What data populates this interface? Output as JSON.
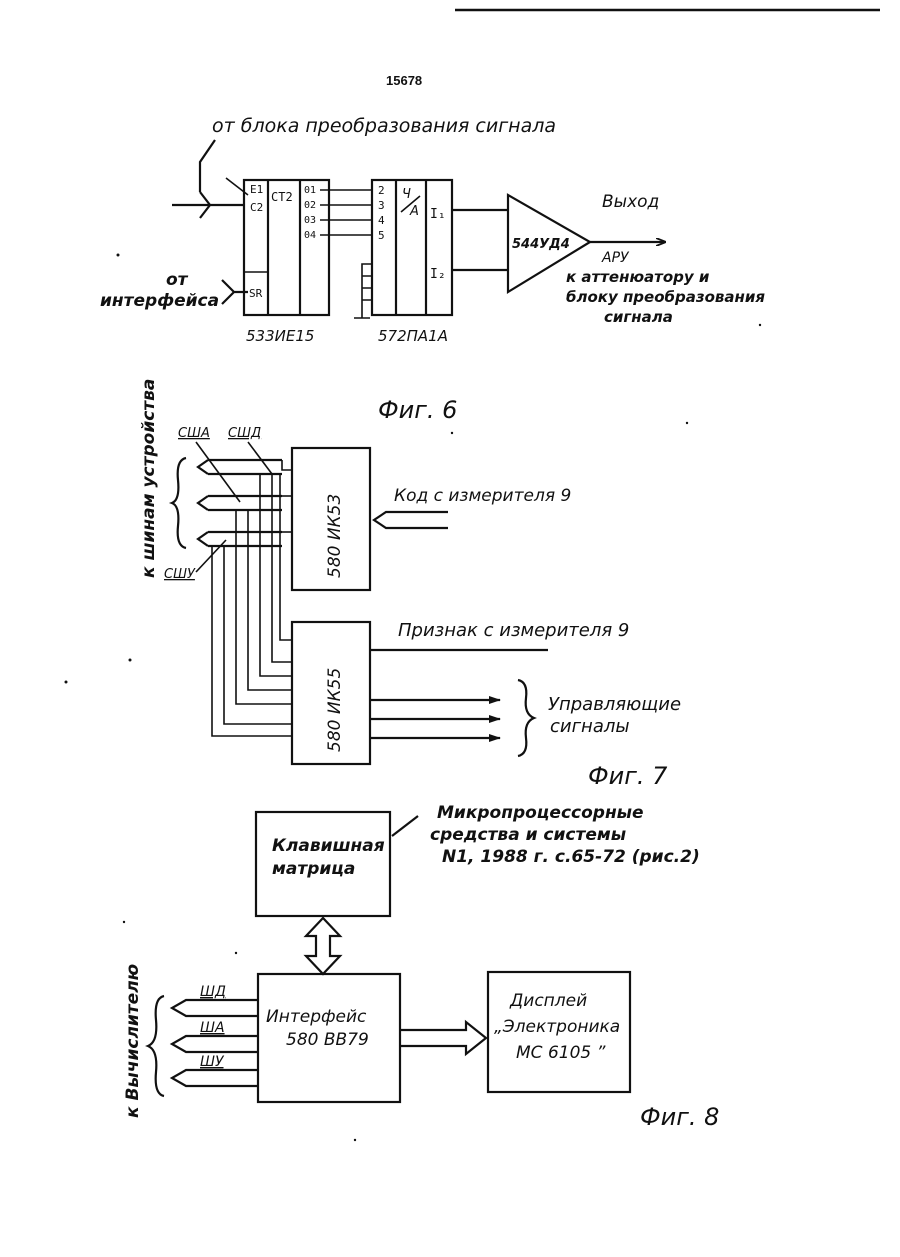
{
  "page_number": "15678",
  "fig6": {
    "caption": "Фиг. 6",
    "top_label": "от блока преобразования сигнала",
    "iface_label_1": "от",
    "iface_label_2": "интерфейса",
    "counter": {
      "in_e1": "E1",
      "in_c2": "C2",
      "in_sr": "SR",
      "title": "CT2",
      "outputs": [
        "01",
        "02",
        "03",
        "04"
      ],
      "part": "533ИЕ15"
    },
    "dac": {
      "inputs": [
        "2",
        "3",
        "4",
        "5"
      ],
      "title_top": "Ч",
      "title_bottom": "A",
      "out1": "I₁",
      "out2": "I₂",
      "part": "572ПА1А"
    },
    "amp": {
      "label": "544УД4"
    },
    "output_label": "Выход",
    "apu_label": "АРУ",
    "attenuator_lines": [
      "к аттенюатору и",
      "блоку преобразования",
      "сигнала"
    ]
  },
  "fig7": {
    "caption": "Фиг. 7",
    "side_label": "к шинам устройства",
    "bus_sha": "США",
    "bus_shd": "СШД",
    "bus_shu": "СШУ",
    "chip1": "580 ИК53",
    "chip2": "580 ИК55",
    "code_label": "Код с измерителя 9",
    "flag_label": "Признак с измерителя 9",
    "control_lines": [
      "Управляющие",
      "сигналы"
    ]
  },
  "fig8": {
    "caption": "Фиг. 8",
    "reference_lines": [
      "Микропроцессорные",
      "средства и системы",
      "N1, 1988 г. с.65-72 (рис.2)"
    ],
    "keyboard_lines": [
      "Клавишная",
      "матрица"
    ],
    "interface_lines": [
      "Интерфейс",
      "580 ВВ79"
    ],
    "display_lines": [
      "Дисплей",
      "„Электроника",
      "МС 6105 ”"
    ],
    "side_label": "к Вычислителю",
    "bus_labels": [
      "ШД",
      "ША",
      "ШУ"
    ]
  }
}
